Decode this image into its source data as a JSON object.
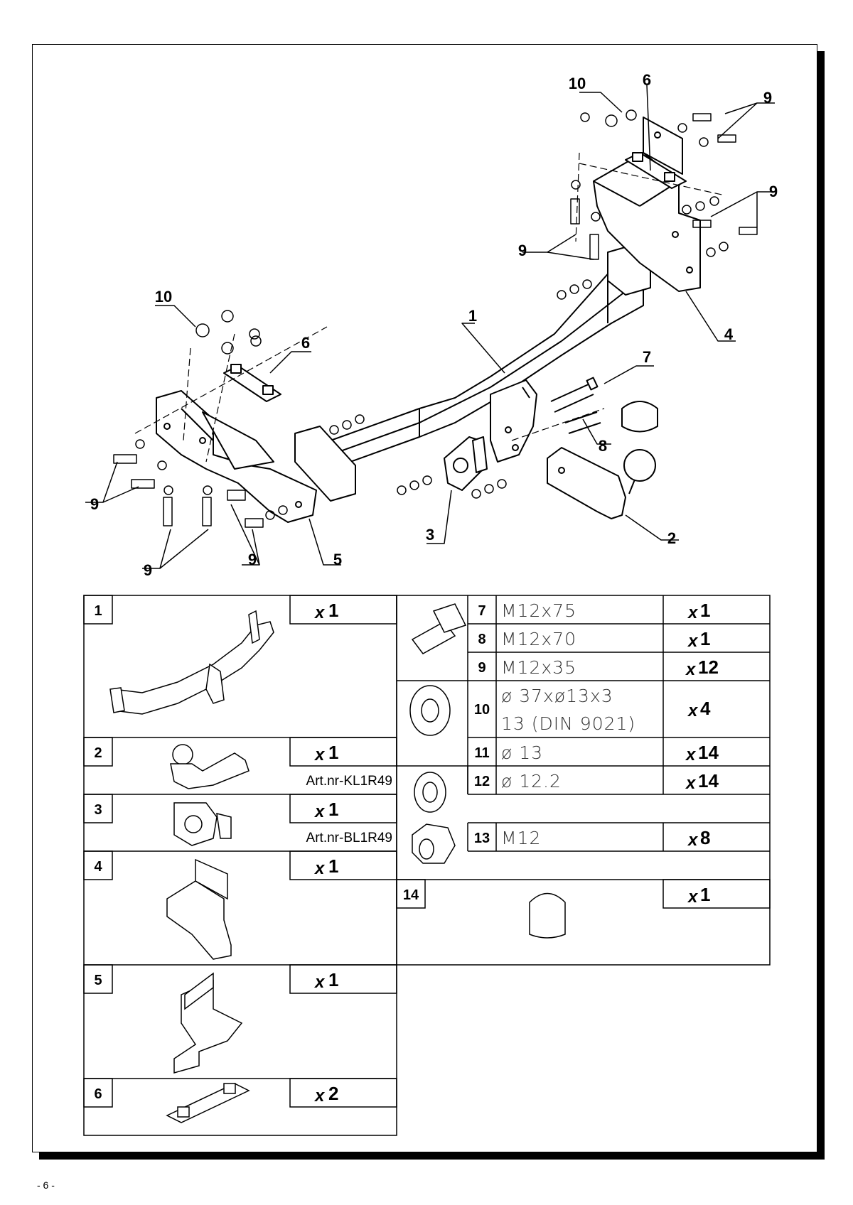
{
  "page_number": "- 6 -",
  "callouts": {
    "c10_top": "10",
    "c6_top": "6",
    "c9_top_right": "9",
    "c9_mid_right": "9",
    "c9_left_top_bracket": "9",
    "c10_left": "10",
    "c1": "1",
    "c6_left": "6",
    "c4": "4",
    "c7": "7",
    "c8": "8",
    "c9_left_a": "9",
    "c9_left_b": "9",
    "c9_left_c": "9",
    "c5": "5",
    "c3": "3",
    "c2": "2"
  },
  "parts_table": {
    "left": [
      {
        "num": "1",
        "x": "x",
        "qty": "1",
        "art": ""
      },
      {
        "num": "2",
        "x": "x",
        "qty": "1",
        "art": "Art.nr-KL1R49"
      },
      {
        "num": "3",
        "x": "x",
        "qty": "1",
        "art": "Art.nr-BL1R49"
      },
      {
        "num": "4",
        "x": "x",
        "qty": "1",
        "art": ""
      },
      {
        "num": "5",
        "x": "x",
        "qty": "1",
        "art": ""
      },
      {
        "num": "6",
        "x": "x",
        "qty": "2",
        "art": ""
      }
    ],
    "right": [
      {
        "num": "7",
        "spec": "M12x75",
        "x": "x",
        "qty": "1"
      },
      {
        "num": "8",
        "spec": "M12x70",
        "x": "x",
        "qty": "1"
      },
      {
        "num": "9",
        "spec": "M12x35",
        "x": "x",
        "qty": "12"
      },
      {
        "num": "10",
        "spec": "ø 37xø13x3",
        "spec2": "13  (DIN 9021)",
        "x": "x",
        "qty": "4"
      },
      {
        "num": "11",
        "spec": "ø 13",
        "x": "x",
        "qty": "14"
      },
      {
        "num": "12",
        "spec": "ø 12.2",
        "x": "x",
        "qty": "14"
      },
      {
        "num": "13",
        "spec": "M12",
        "x": "x",
        "qty": "8"
      },
      {
        "num": "14",
        "x": "x",
        "qty": "1"
      }
    ]
  }
}
